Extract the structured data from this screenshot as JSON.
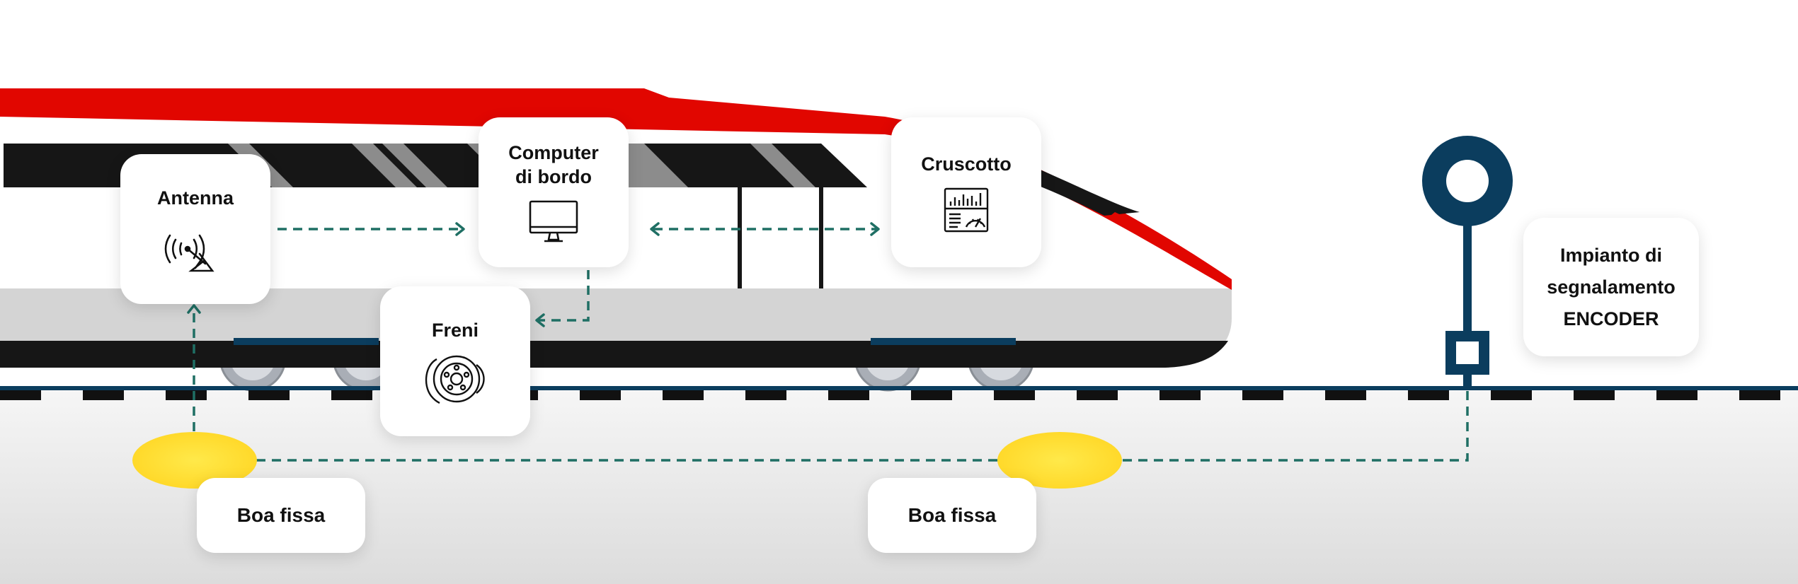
{
  "nodes": {
    "antenna": {
      "title": "Antenna"
    },
    "computer": {
      "title_line1": "Computer",
      "title_line2": "di bordo"
    },
    "dashboard": {
      "title": "Cruscotto"
    },
    "brakes": {
      "title": "Freni"
    },
    "encoder": {
      "title_line1": "Impianto di",
      "title_line2": "segnalamento",
      "title_line3": "ENCODER"
    },
    "balise_1": {
      "label": "Boa fissa"
    },
    "balise_2": {
      "label": "Boa fissa"
    }
  },
  "icons": {
    "antenna": "antenna-icon",
    "computer": "monitor-icon",
    "dashboard": "dashboard-icon",
    "brakes": "brake-disc-icon",
    "signal": "signal-post-icon"
  },
  "colors": {
    "train_red": "#e10600",
    "train_dark": "#161616",
    "train_grey": "#d4d4d4",
    "rail_blue": "#0b3d5e",
    "connector_teal": "#1f6f64",
    "balise_yellow": "#ffe033"
  }
}
